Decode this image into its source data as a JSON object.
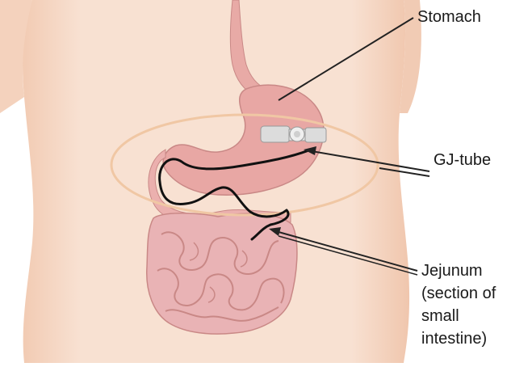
{
  "labels": {
    "stomach": "Stomach",
    "gj_tube": "GJ-tube",
    "jejunum": [
      "Jejunum",
      "(section of",
      "small",
      "intestine)"
    ]
  },
  "colors": {
    "skin": "#f6d9c6",
    "skin_shade": "#eec3aa",
    "organ": "#e8a7a4",
    "organ_outline": "#c98886",
    "intestine": "#e9b3b5",
    "ellipse": "#f0c7a4",
    "tube": "#111111",
    "device": "#dcdcdc"
  }
}
